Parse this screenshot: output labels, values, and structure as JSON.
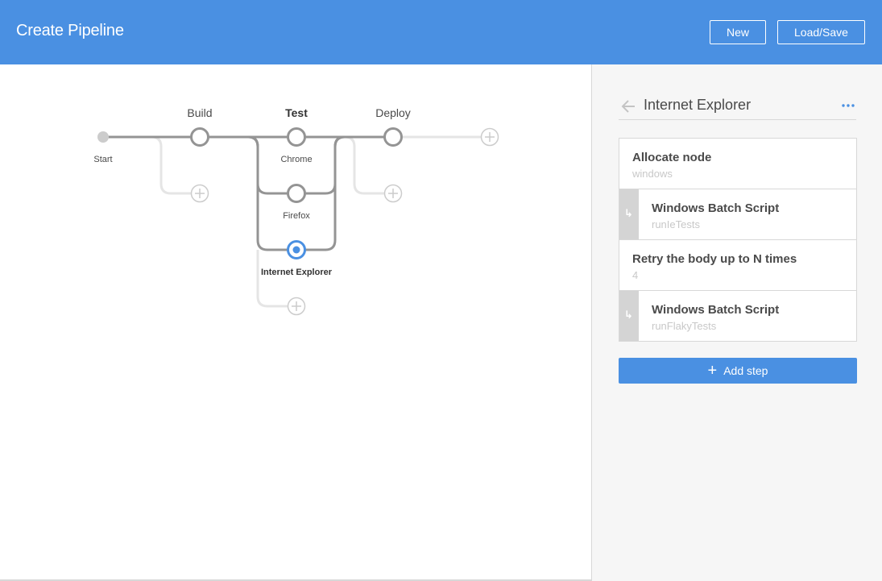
{
  "header": {
    "title": "Create Pipeline",
    "new_label": "New",
    "load_save_label": "Load/Save",
    "background_color": "#4a90e2"
  },
  "pipeline": {
    "start_label": "Start",
    "stages": [
      {
        "name": "Build",
        "selected": false
      },
      {
        "name": "Test",
        "selected": true
      },
      {
        "name": "Deploy",
        "selected": false
      }
    ],
    "parallel_branches": [
      {
        "name": "Chrome",
        "selected": false
      },
      {
        "name": "Firefox",
        "selected": false
      },
      {
        "name": "Internet Explorer",
        "selected": true
      }
    ],
    "accent_color": "#4a90e2",
    "line_color": "#949494",
    "placeholder_color": "#e5e5e5"
  },
  "sidebar": {
    "title": "Internet Explorer",
    "back_icon": "arrow-left-icon",
    "more_icon": "more-horizontal-icon",
    "steps": [
      {
        "title": "Allocate node",
        "subtitle": "windows",
        "nested": false
      },
      {
        "title": "Windows Batch Script",
        "subtitle": "runIeTests",
        "nested": true
      },
      {
        "title": "Retry the body up to N times",
        "subtitle": "4",
        "nested": false
      },
      {
        "title": "Windows Batch Script",
        "subtitle": "runFlakyTests",
        "nested": true
      }
    ],
    "nested_marker": "↳",
    "add_step_label": "Add step",
    "add_step_icon": "+"
  }
}
